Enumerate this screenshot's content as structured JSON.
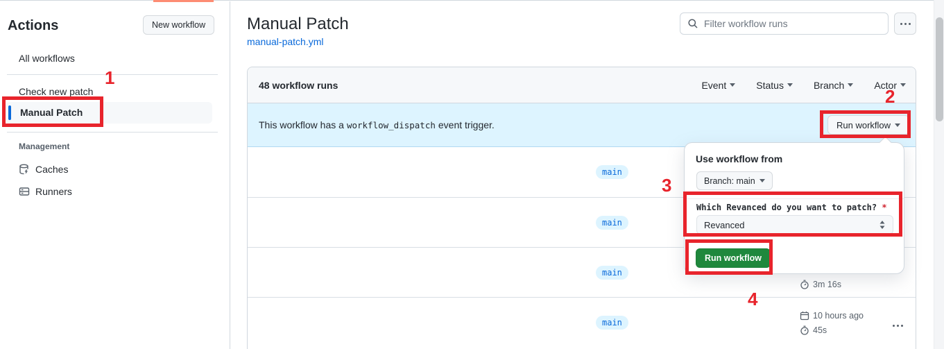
{
  "colors": {
    "annotation_red": "#e8242c",
    "accent_blue": "#0969da",
    "banner_blue_bg": "#ddf4ff",
    "success_green": "#1f883d",
    "tab_underline_orange": "#fd8c73",
    "header_gray_bg": "#f6f8fa",
    "border_gray": "#d0d7de"
  },
  "icons": {
    "search": "search-icon",
    "kebab": "kebab-horizontal-icon",
    "caret_down": "chevron-down-icon",
    "updown": "select-updown-icon",
    "stopwatch": "stopwatch-icon",
    "calendar": "calendar-icon",
    "caches": "cache-database-icon",
    "runners": "runners-server-icon"
  },
  "sidebar": {
    "title": "Actions",
    "new_workflow_button": "New workflow",
    "items": [
      {
        "label": "All workflows"
      },
      {
        "label": "Check new patch"
      },
      {
        "label": "Manual Patch",
        "selected": true
      }
    ],
    "management": {
      "label": "Management",
      "items": [
        {
          "label": "Caches"
        },
        {
          "label": "Runners"
        }
      ]
    }
  },
  "header": {
    "title": "Manual Patch",
    "workflow_file_link": "manual-patch.yml",
    "filter_placeholder": "Filter workflow runs"
  },
  "runs_panel": {
    "count_label": "48 workflow runs",
    "filters": [
      {
        "label": "Event"
      },
      {
        "label": "Status"
      },
      {
        "label": "Branch"
      },
      {
        "label": "Actor"
      }
    ],
    "banner": {
      "text_before": "This workflow has a",
      "code": "workflow_dispatch",
      "text_after": "event trigger.",
      "run_workflow_button": "Run workflow"
    },
    "rows": [
      {
        "branch": "main"
      },
      {
        "branch": "main"
      },
      {
        "branch": "main",
        "duration": "3m 16s"
      },
      {
        "branch": "main",
        "time": "10 hours ago",
        "duration": "45s"
      }
    ]
  },
  "run_dialog": {
    "title": "Use workflow from",
    "branch_selector_label": "Branch: main",
    "input_label": "Which Revanced do you want to patch?",
    "required_mark": "*",
    "input_value": "Revanced",
    "run_button": "Run workflow"
  },
  "annotations": {
    "steps": [
      "1",
      "2",
      "3",
      "4"
    ]
  }
}
